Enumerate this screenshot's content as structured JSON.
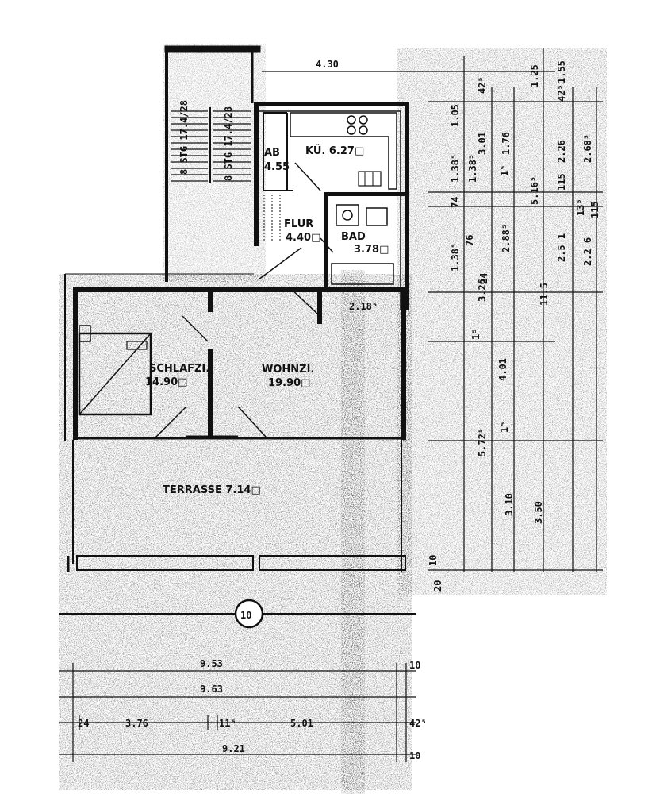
{
  "rooms": {
    "ab": "AB",
    "ab_area": "4.55",
    "kueche": "KÜ. 6.27□",
    "flur": "FLUR",
    "flur_area": "4.40□",
    "bad": "BAD",
    "bad_area": "3.78□",
    "schlafzi": "SCHLAFZI.",
    "schlafzi_area": "14.90□",
    "wohnzi": "WOHNZI.",
    "wohnzi_area": "19.90□",
    "terrasse": "TERRASSE 7.14□"
  },
  "stair_labels": {
    "left": "8 STG 17.4/28",
    "right": "8 STG 17.4/28"
  },
  "axis_marker": "10",
  "dimensions_top": {
    "width_430": "4.30",
    "d_425": "42⁵",
    "d_105": "1.05",
    "d_301": "3.01",
    "d_1385a": "1.38⁵",
    "d_1385b": "1.38⁵",
    "d_115a": "1⁵",
    "d_176": "1.76",
    "d_125": "1.25",
    "d_155": "1.55",
    "d_425b": "42⁵",
    "d_226": "2.26",
    "d_2685": "2.68⁵",
    "d_74": "74",
    "d_76": "76",
    "d_1385c": "1.38⁵",
    "d_2885": "2.88⁵",
    "d_5165": "5.16⁵",
    "d_115b": "115",
    "d_135": "13⁵",
    "d_251": "2.5 1",
    "d_226b": "2.2 6",
    "d_115c": "115",
    "d_24": "24",
    "d_326": "3.26",
    "d_115d": "11.5",
    "d_2185": "2.18⁵",
    "d_15": "1⁵",
    "d_401": "4.01",
    "d_15b": "1⁵",
    "d_5725": "5.72⁵",
    "d_310": "3.10",
    "d_350": "3.50",
    "d_10": "10",
    "d_20": "20"
  },
  "dimensions_bottom": {
    "d_953": "9.53",
    "d_10a": "10",
    "d_963": "9.63",
    "d_24": "24",
    "d_376": "3.76",
    "d_115": "11⁵",
    "d_501": "5.01",
    "d_425": "42⁵",
    "d_921": "9.21",
    "d_10b": "10"
  }
}
